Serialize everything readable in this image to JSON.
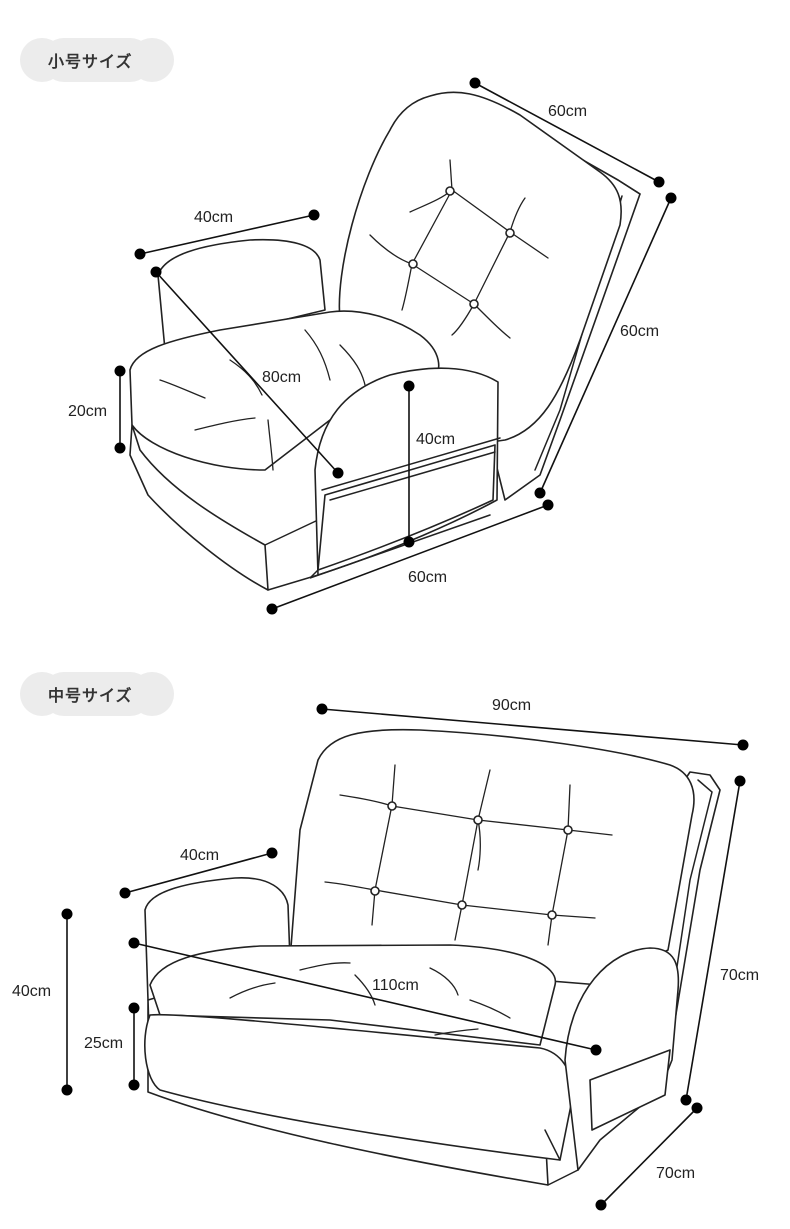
{
  "small": {
    "label": "小号サイズ",
    "dims": {
      "back_depth": "60cm",
      "back_height": "60cm",
      "arm_length": "40cm",
      "diagonal": "80cm",
      "seat_height": "20cm",
      "arm_height": "40cm",
      "width": "60cm"
    }
  },
  "medium": {
    "label": "中号サイズ",
    "dims": {
      "back_width": "90cm",
      "arm_length": "40cm",
      "total_height": "40cm",
      "seat_height": "25cm",
      "width": "110cm",
      "back_height": "70cm",
      "depth": "70cm"
    }
  }
}
